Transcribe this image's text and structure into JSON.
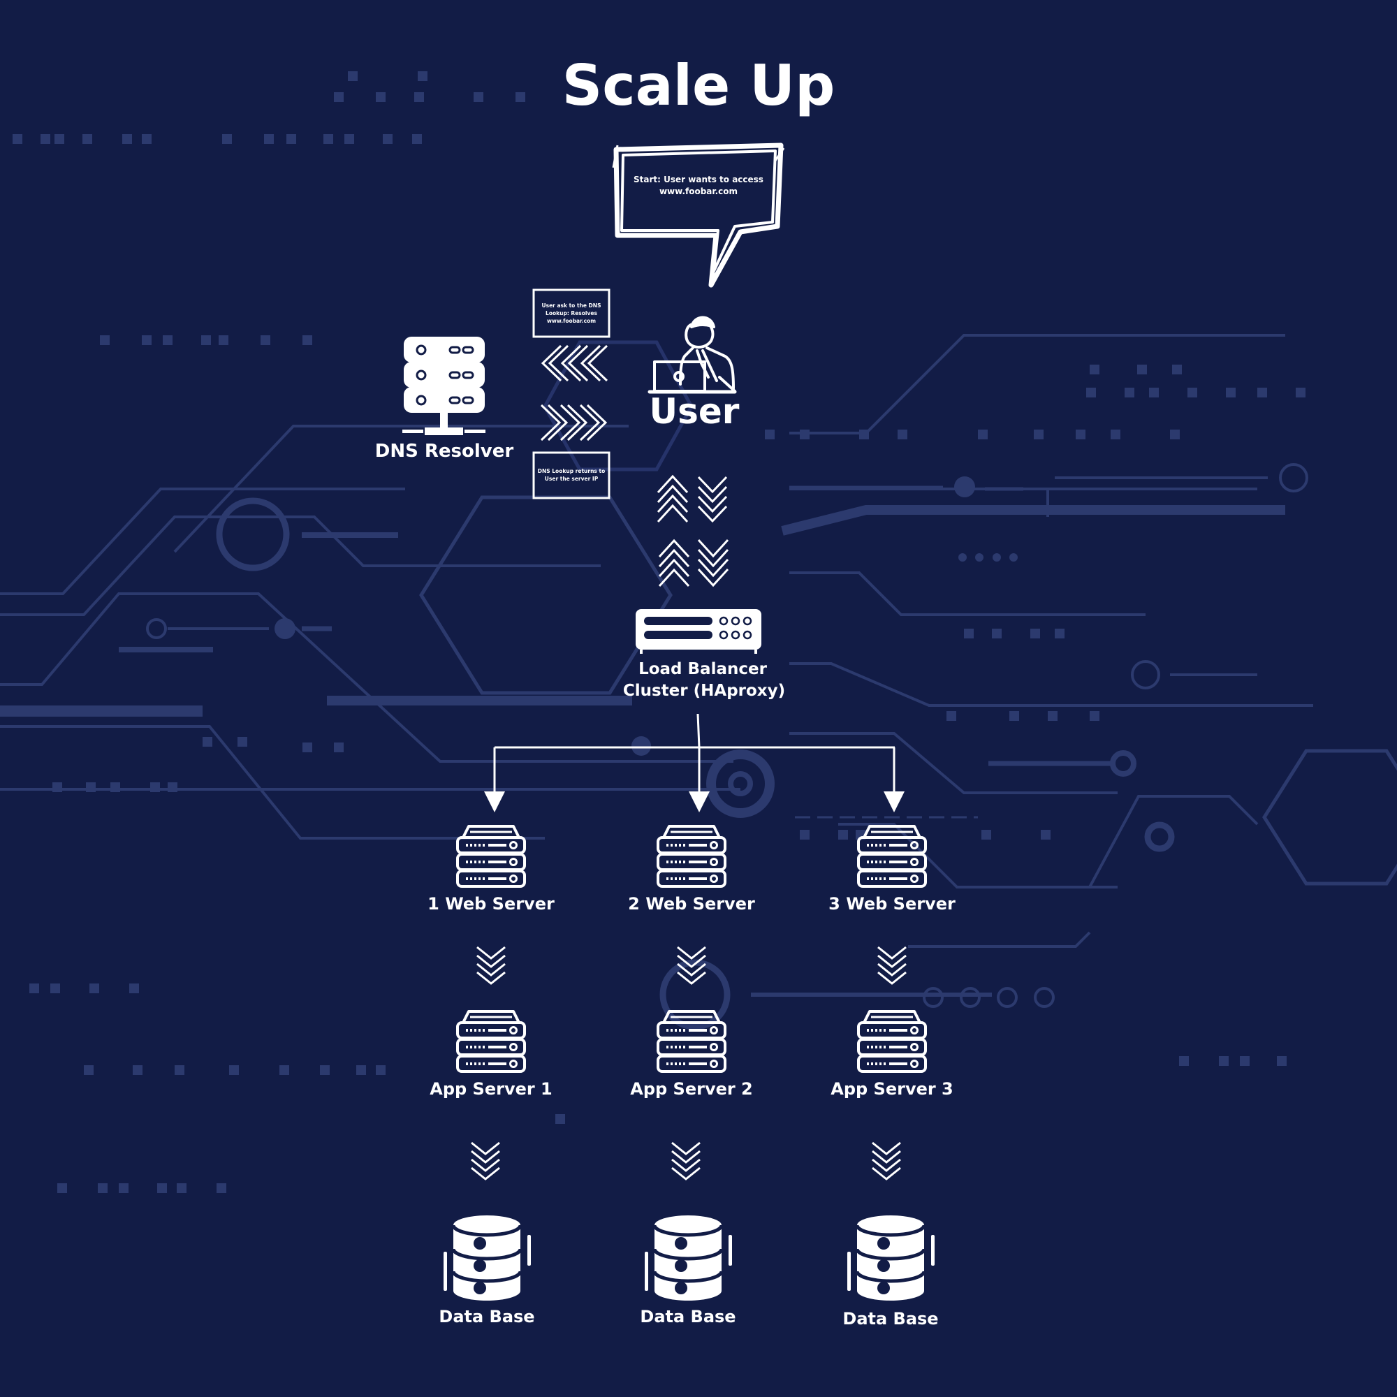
{
  "title": "Scale Up",
  "speech_bubble": {
    "line1": "Start: User wants to access",
    "line2": "www.foobar.com"
  },
  "dns_request_box": {
    "line1": "User ask to the DNS",
    "line2": "Lookup: Resolves",
    "line3": "www.foobar.com"
  },
  "dns_response_box": {
    "line1": "DNS Lookup returns to",
    "line2": "User  the server IP"
  },
  "dns_resolver_label": "DNS Resolver",
  "user_label": "User",
  "load_balancer": {
    "line1": "Load Balancer",
    "line2": "Cluster (HAproxy)"
  },
  "web_servers": [
    "1 Web Server",
    "2 Web Server",
    "3 Web Server"
  ],
  "app_servers": [
    "App Server 1",
    "App Server 2",
    "App Server 3"
  ],
  "databases": [
    "Data Base",
    "Data Base",
    "Data Base"
  ],
  "colors": {
    "background": "#121c46",
    "foreground": "#ffffff",
    "circuit": "#2c3a6e"
  }
}
